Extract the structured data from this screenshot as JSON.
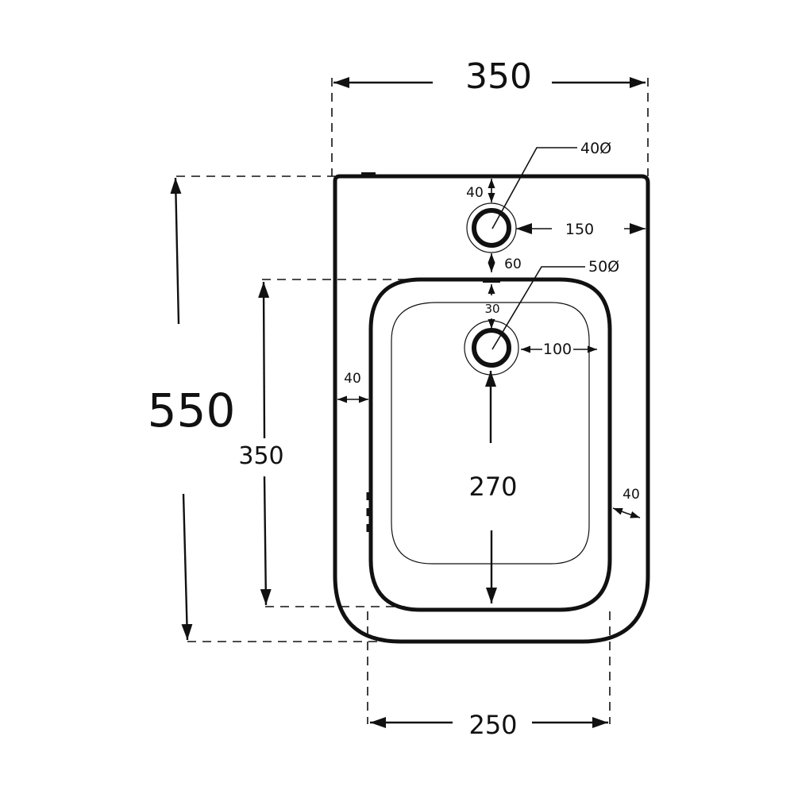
{
  "dimensions": {
    "overall_width": "350",
    "overall_height": "550",
    "basin_height": "350",
    "base_width": "250",
    "tap_hole_diameter": "40Ø",
    "tap_hole_top_offset": "40",
    "tap_hole_side_offset": "150",
    "tap_to_bowl": "60",
    "drain_diameter": "50Ø",
    "drain_top_offset": "30",
    "drain_side_offset": "100",
    "bowl_rim_left": "40",
    "bowl_rim_right": "40",
    "bowl_depth": "270"
  },
  "colors": {
    "line": "#111111",
    "background": "#ffffff"
  }
}
